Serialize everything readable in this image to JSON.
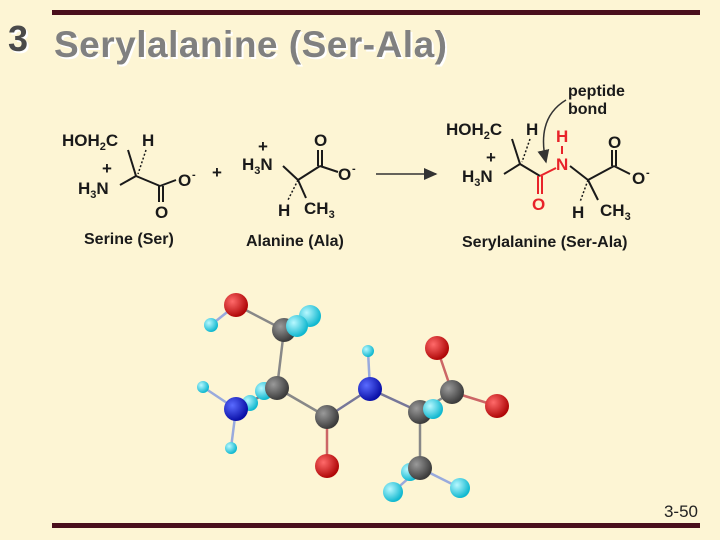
{
  "slide": {
    "number": "3",
    "title": "Serylalanine (Ser-Ala)",
    "page": "3-50"
  },
  "reaction": {
    "serine_label": "Serine (Ser)",
    "alanine_label": "Alanine (Ala)",
    "product_label": "Serylalanine (Ser-Ala)",
    "plus": "+",
    "annotation": "peptide bond",
    "annotation_line1": "peptide",
    "annotation_line2": "bond"
  },
  "colors": {
    "background": "#fdf5d4",
    "bar": "#4a0f1c",
    "title": "#808080",
    "carbon": "#5a5a5a",
    "oxygen": "#e01a1a",
    "nitrogen": "#1a2ee0",
    "hydrogen": "#2fd8e8",
    "highlight": "#e8232a"
  }
}
